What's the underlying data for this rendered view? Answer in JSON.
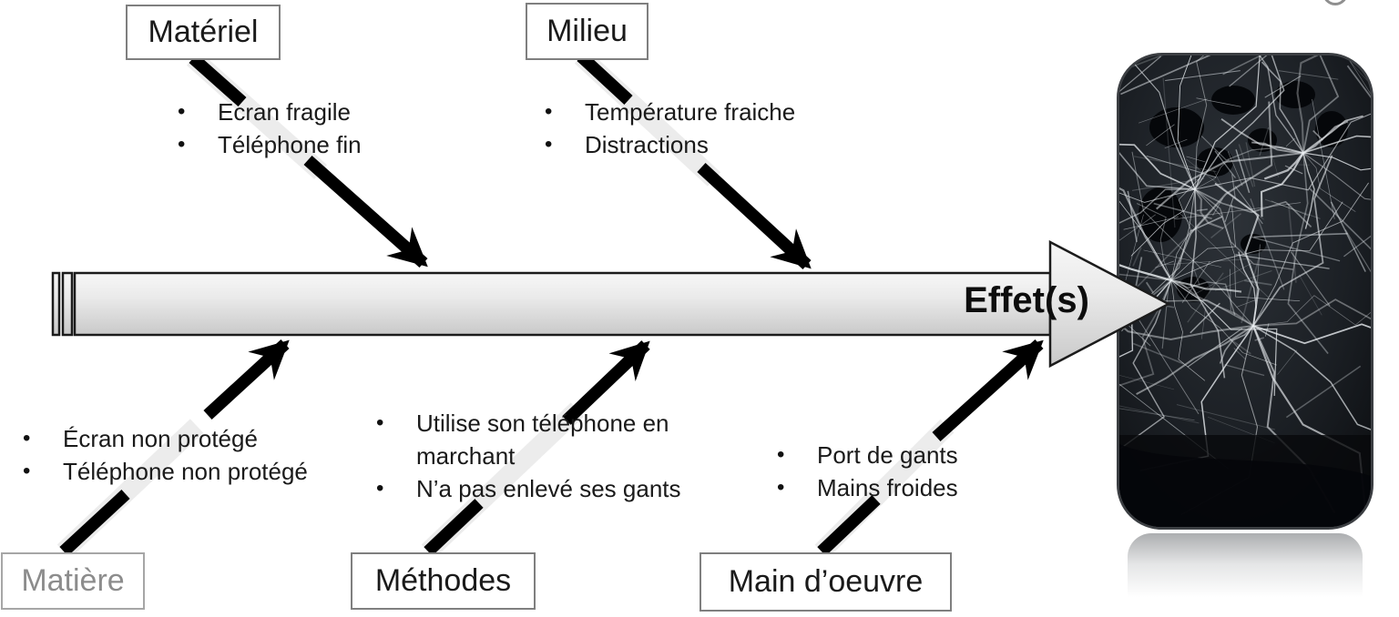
{
  "diagram": {
    "type": "fishbone-ishikawa",
    "effect": {
      "label": "Effet(s)"
    },
    "bullet_glyph": "•",
    "branches": {
      "top": [
        {
          "id": "materiel",
          "label": "Matériel",
          "causes": [
            "Ecran fragile",
            "Téléphone fin"
          ]
        },
        {
          "id": "milieu",
          "label": "Milieu",
          "causes": [
            "Température fraiche",
            "Distractions"
          ]
        }
      ],
      "bottom": [
        {
          "id": "matiere",
          "label": "Matière",
          "causes": [
            "Écran non protégé",
            "Téléphone non protégé"
          ]
        },
        {
          "id": "methodes",
          "label": "Méthodes",
          "causes": [
            "Utilise son téléphone en marchant",
            "N’a pas enlevé ses gants"
          ]
        },
        {
          "id": "main-doeuvre",
          "label": "Main d’oeuvre",
          "causes": [
            "Port de gants",
            "Mains froides"
          ]
        }
      ]
    },
    "colors": {
      "rib_black": "#000000",
      "rib_gray_band": "#ececec",
      "spine_fill_top": "#f7f7f7",
      "spine_fill_bottom": "#cccccc",
      "spine_stroke": "#1c1c1c",
      "box_border": "#7f7f7f",
      "muted_label": "#8c8c8c",
      "text": "#1a1a1a"
    },
    "image": {
      "name": "cracked-phone-photo"
    }
  }
}
